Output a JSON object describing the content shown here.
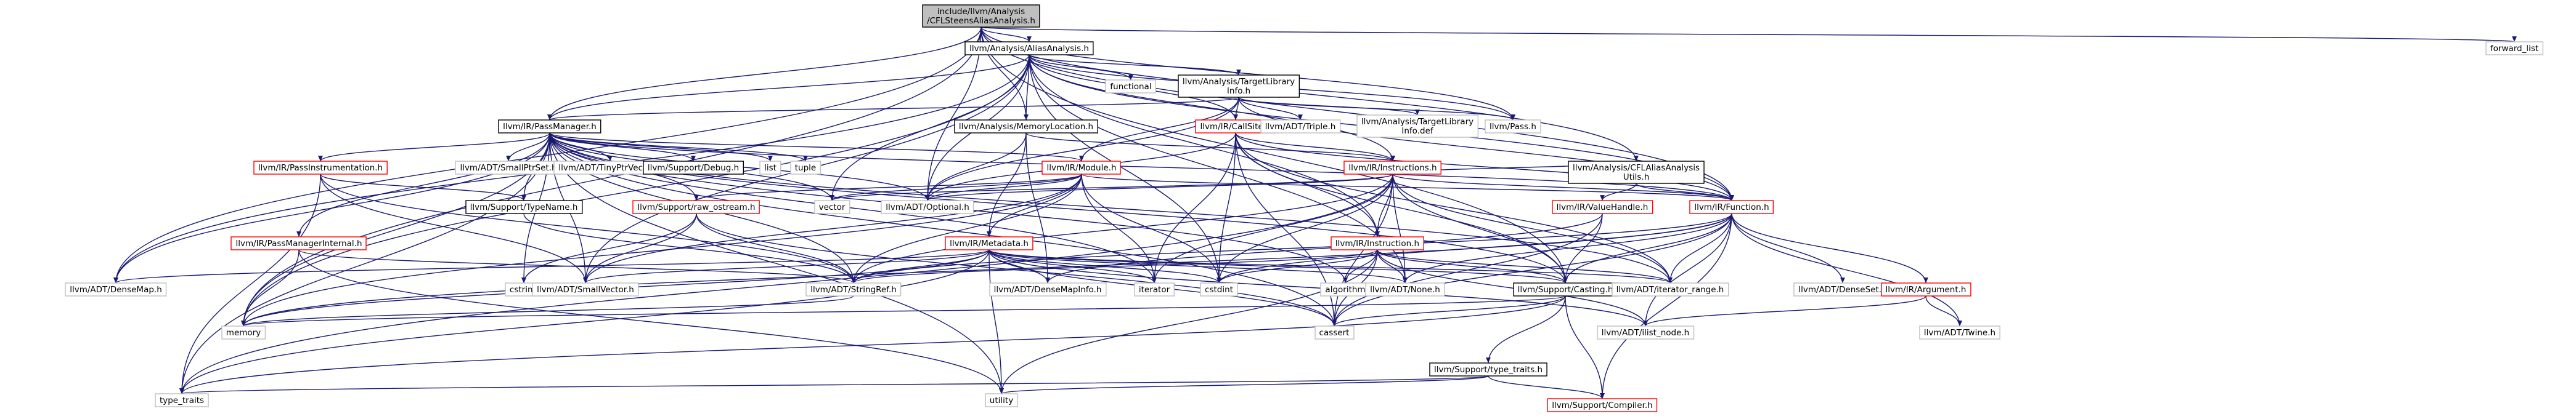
{
  "colors": {
    "root_fill": "#bfbfbf",
    "node_fill": "#ffffff",
    "node_border": "#000000",
    "truncated_border": "#ff0000",
    "edge_color": "#191970"
  },
  "nodes": [
    {
      "id": "root",
      "lines": [
        "include/llvm/Analysis",
        "/CFLSteensAliasAnalysis.h"
      ],
      "kind": "root"
    },
    {
      "id": "aa",
      "lines": [
        "llvm/Analysis/AliasAnalysis.h"
      ],
      "kind": "normal"
    },
    {
      "id": "forward_list",
      "lines": [
        "forward_list"
      ],
      "kind": "plain"
    },
    {
      "id": "tli",
      "lines": [
        "llvm/Analysis/TargetLibrary",
        "Info.h"
      ],
      "kind": "normal"
    },
    {
      "id": "functional",
      "lines": [
        "functional"
      ],
      "kind": "plain"
    },
    {
      "id": "passmgr",
      "lines": [
        "llvm/IR/PassManager.h"
      ],
      "kind": "normal"
    },
    {
      "id": "memloc",
      "lines": [
        "llvm/Analysis/MemoryLocation.h"
      ],
      "kind": "normal"
    },
    {
      "id": "callsite",
      "lines": [
        "llvm/IR/CallSite.h"
      ],
      "kind": "truncated"
    },
    {
      "id": "triple",
      "lines": [
        "llvm/ADT/Triple.h"
      ],
      "kind": "plain"
    },
    {
      "id": "tlidef",
      "lines": [
        "llvm/Analysis/TargetLibrary",
        "Info.def"
      ],
      "kind": "plain"
    },
    {
      "id": "pass",
      "lines": [
        "llvm/Pass.h"
      ],
      "kind": "plain"
    },
    {
      "id": "cflutils",
      "lines": [
        "llvm/Analysis/CFLAliasAnalysis",
        "Utils.h"
      ],
      "kind": "normal"
    },
    {
      "id": "passinstr",
      "lines": [
        "llvm/IR/PassInstrumentation.h"
      ],
      "kind": "truncated"
    },
    {
      "id": "smallptrset",
      "lines": [
        "llvm/ADT/SmallPtrSet.h"
      ],
      "kind": "plain"
    },
    {
      "id": "tinyptr",
      "lines": [
        "llvm/ADT/TinyPtrVector.h"
      ],
      "kind": "plain"
    },
    {
      "id": "debug",
      "lines": [
        "llvm/Support/Debug.h"
      ],
      "kind": "normal"
    },
    {
      "id": "list",
      "lines": [
        "list"
      ],
      "kind": "plain"
    },
    {
      "id": "tuple",
      "lines": [
        "tuple"
      ],
      "kind": "plain"
    },
    {
      "id": "module",
      "lines": [
        "llvm/IR/Module.h"
      ],
      "kind": "truncated"
    },
    {
      "id": "instructions",
      "lines": [
        "llvm/IR/Instructions.h"
      ],
      "kind": "truncated"
    },
    {
      "id": "typename",
      "lines": [
        "llvm/Support/TypeName.h"
      ],
      "kind": "normal"
    },
    {
      "id": "rawostream",
      "lines": [
        "llvm/Support/raw_ostream.h"
      ],
      "kind": "truncated"
    },
    {
      "id": "vector",
      "lines": [
        "vector"
      ],
      "kind": "plain"
    },
    {
      "id": "optional",
      "lines": [
        "llvm/ADT/Optional.h"
      ],
      "kind": "plain"
    },
    {
      "id": "valuehandle",
      "lines": [
        "llvm/IR/ValueHandle.h"
      ],
      "kind": "truncated"
    },
    {
      "id": "function",
      "lines": [
        "llvm/IR/Function.h"
      ],
      "kind": "truncated"
    },
    {
      "id": "pmi",
      "lines": [
        "llvm/IR/PassManagerInternal.h"
      ],
      "kind": "truncated"
    },
    {
      "id": "metadata",
      "lines": [
        "llvm/IR/Metadata.h"
      ],
      "kind": "truncated"
    },
    {
      "id": "instruction",
      "lines": [
        "llvm/IR/Instruction.h"
      ],
      "kind": "truncated"
    },
    {
      "id": "densemap",
      "lines": [
        "llvm/ADT/DenseMap.h"
      ],
      "kind": "plain"
    },
    {
      "id": "cstring",
      "lines": [
        "cstring"
      ],
      "kind": "plain"
    },
    {
      "id": "smallvector",
      "lines": [
        "llvm/ADT/SmallVector.h"
      ],
      "kind": "plain"
    },
    {
      "id": "stringref",
      "lines": [
        "llvm/ADT/StringRef.h"
      ],
      "kind": "plain"
    },
    {
      "id": "densemapinfo",
      "lines": [
        "llvm/ADT/DenseMapInfo.h"
      ],
      "kind": "plain"
    },
    {
      "id": "iterator",
      "lines": [
        "iterator"
      ],
      "kind": "plain"
    },
    {
      "id": "cstdint",
      "lines": [
        "cstdint"
      ],
      "kind": "plain"
    },
    {
      "id": "algorithm",
      "lines": [
        "algorithm"
      ],
      "kind": "plain"
    },
    {
      "id": "none",
      "lines": [
        "llvm/ADT/None.h"
      ],
      "kind": "plain"
    },
    {
      "id": "casting",
      "lines": [
        "llvm/Support/Casting.h"
      ],
      "kind": "normal"
    },
    {
      "id": "iterrange",
      "lines": [
        "llvm/ADT/iterator_range.h"
      ],
      "kind": "plain"
    },
    {
      "id": "denseset",
      "lines": [
        "llvm/ADT/DenseSet.h"
      ],
      "kind": "plain"
    },
    {
      "id": "argument",
      "lines": [
        "llvm/IR/Argument.h"
      ],
      "kind": "truncated"
    },
    {
      "id": "memory",
      "lines": [
        "memory"
      ],
      "kind": "plain"
    },
    {
      "id": "cassert",
      "lines": [
        "cassert"
      ],
      "kind": "plain"
    },
    {
      "id": "ilistnode",
      "lines": [
        "llvm/ADT/ilist_node.h"
      ],
      "kind": "plain"
    },
    {
      "id": "twine",
      "lines": [
        "llvm/ADT/Twine.h"
      ],
      "kind": "plain"
    },
    {
      "id": "typetraits",
      "lines": [
        "llvm/Support/type_traits.h"
      ],
      "kind": "normal"
    },
    {
      "id": "type_traits",
      "lines": [
        "type_traits"
      ],
      "kind": "plain"
    },
    {
      "id": "utility",
      "lines": [
        "utility"
      ],
      "kind": "plain"
    },
    {
      "id": "compiler",
      "lines": [
        "llvm/Support/Compiler.h"
      ],
      "kind": "truncated"
    }
  ],
  "edges": [
    [
      "root",
      "aa"
    ],
    [
      "root",
      "forward_list"
    ],
    [
      "root",
      "passmgr"
    ],
    [
      "root",
      "memloc"
    ],
    [
      "root",
      "cflutils"
    ],
    [
      "root",
      "pass"
    ],
    [
      "root",
      "function"
    ],
    [
      "root",
      "optional"
    ],
    [
      "root",
      "densemap"
    ],
    [
      "root",
      "memory"
    ],
    [
      "root",
      "casting"
    ],
    [
      "aa",
      "tli"
    ],
    [
      "aa",
      "functional"
    ],
    [
      "aa",
      "passmgr"
    ],
    [
      "aa",
      "memloc"
    ],
    [
      "aa",
      "instructions"
    ],
    [
      "aa",
      "pass"
    ],
    [
      "aa",
      "function"
    ],
    [
      "aa",
      "optional"
    ],
    [
      "aa",
      "densemap"
    ],
    [
      "aa",
      "smallvector"
    ],
    [
      "aa",
      "none"
    ],
    [
      "aa",
      "cstdint"
    ],
    [
      "aa",
      "vector"
    ],
    [
      "aa",
      "memory"
    ],
    [
      "aa",
      "instruction"
    ],
    [
      "aa",
      "callsite"
    ],
    [
      "tli",
      "callsite"
    ],
    [
      "tli",
      "triple"
    ],
    [
      "tli",
      "tlidef"
    ],
    [
      "tli",
      "pass"
    ],
    [
      "tli",
      "passmgr"
    ],
    [
      "tli",
      "module"
    ],
    [
      "tli",
      "function"
    ],
    [
      "tli",
      "optional"
    ],
    [
      "passmgr",
      "passinstr"
    ],
    [
      "passmgr",
      "smallptrset"
    ],
    [
      "passmgr",
      "tinyptr"
    ],
    [
      "passmgr",
      "debug"
    ],
    [
      "passmgr",
      "list"
    ],
    [
      "passmgr",
      "tuple"
    ],
    [
      "passmgr",
      "module"
    ],
    [
      "passmgr",
      "typename"
    ],
    [
      "passmgr",
      "rawostream"
    ],
    [
      "passmgr",
      "vector"
    ],
    [
      "passmgr",
      "optional"
    ],
    [
      "passmgr",
      "function"
    ],
    [
      "passmgr",
      "pmi"
    ],
    [
      "passmgr",
      "densemap"
    ],
    [
      "passmgr",
      "cstring"
    ],
    [
      "passmgr",
      "smallvector"
    ],
    [
      "passmgr",
      "stringref"
    ],
    [
      "passmgr",
      "iterator"
    ],
    [
      "passmgr",
      "algorithm"
    ],
    [
      "passmgr",
      "memory"
    ],
    [
      "passmgr",
      "type_traits"
    ],
    [
      "passmgr",
      "utility"
    ],
    [
      "passmgr",
      "cassert"
    ],
    [
      "passmgr",
      "casting"
    ],
    [
      "passmgr",
      "iterrange"
    ],
    [
      "memloc",
      "metadata"
    ],
    [
      "memloc",
      "instructions"
    ],
    [
      "memloc",
      "optional"
    ],
    [
      "memloc",
      "densemapinfo"
    ],
    [
      "callsite",
      "instructions"
    ],
    [
      "callsite",
      "instruction"
    ],
    [
      "callsite",
      "function"
    ],
    [
      "callsite",
      "casting"
    ],
    [
      "callsite",
      "optional"
    ],
    [
      "callsite",
      "iterator"
    ],
    [
      "callsite",
      "cstdint"
    ],
    [
      "callsite",
      "cassert"
    ],
    [
      "callsite",
      "iterrange"
    ],
    [
      "cflutils",
      "valuehandle"
    ],
    [
      "cflutils",
      "instructions"
    ],
    [
      "cflutils",
      "function"
    ],
    [
      "passinstr",
      "typename"
    ],
    [
      "passinstr",
      "smallvector"
    ],
    [
      "passinstr",
      "type_traits"
    ],
    [
      "passinstr",
      "stringref"
    ],
    [
      "module",
      "metadata"
    ],
    [
      "module",
      "function"
    ],
    [
      "module",
      "stringref"
    ],
    [
      "module",
      "optional"
    ],
    [
      "module",
      "smallvector"
    ],
    [
      "module",
      "iterator"
    ],
    [
      "module",
      "cstdint"
    ],
    [
      "module",
      "memory"
    ],
    [
      "module",
      "vector"
    ],
    [
      "module",
      "rawostream"
    ],
    [
      "instructions",
      "instruction"
    ],
    [
      "instructions",
      "function"
    ],
    [
      "instructions",
      "optional"
    ],
    [
      "instructions",
      "stringref"
    ],
    [
      "instructions",
      "iterator"
    ],
    [
      "instructions",
      "cstdint"
    ],
    [
      "instructions",
      "cassert"
    ],
    [
      "instructions",
      "casting"
    ],
    [
      "instructions",
      "iterrange"
    ],
    [
      "instructions",
      "none"
    ],
    [
      "instructions",
      "vector"
    ],
    [
      "instructions",
      "type_traits"
    ],
    [
      "typename",
      "stringref"
    ],
    [
      "rawostream",
      "stringref"
    ],
    [
      "rawostream",
      "cstring"
    ],
    [
      "rawostream",
      "cassert"
    ],
    [
      "rawostream",
      "smallvector"
    ],
    [
      "valuehandle",
      "densemapinfo"
    ],
    [
      "valuehandle",
      "casting"
    ],
    [
      "valuehandle",
      "cassert"
    ],
    [
      "function",
      "denseset"
    ],
    [
      "function",
      "argument"
    ],
    [
      "function",
      "casting"
    ],
    [
      "function",
      "iterrange"
    ],
    [
      "function",
      "stringref"
    ],
    [
      "function",
      "twine"
    ],
    [
      "function",
      "compiler"
    ],
    [
      "function",
      "ilistnode"
    ],
    [
      "function",
      "cassert"
    ],
    [
      "function",
      "memory"
    ],
    [
      "function",
      "cstdint"
    ],
    [
      "function",
      "none"
    ],
    [
      "pmi",
      "stringref"
    ],
    [
      "pmi",
      "memory"
    ],
    [
      "pmi",
      "utility"
    ],
    [
      "metadata",
      "densemap"
    ],
    [
      "metadata",
      "densemapinfo"
    ],
    [
      "metadata",
      "none"
    ],
    [
      "metadata",
      "stringref"
    ],
    [
      "metadata",
      "iterrange"
    ],
    [
      "metadata",
      "casting"
    ],
    [
      "metadata",
      "ilistnode"
    ],
    [
      "metadata",
      "iterator"
    ],
    [
      "metadata",
      "cstdint"
    ],
    [
      "metadata",
      "cassert"
    ],
    [
      "metadata",
      "memory"
    ],
    [
      "metadata",
      "type_traits"
    ],
    [
      "metadata",
      "utility"
    ],
    [
      "metadata",
      "smallvector"
    ],
    [
      "instruction",
      "none"
    ],
    [
      "instruction",
      "stringref"
    ],
    [
      "instruction",
      "casting"
    ],
    [
      "instruction",
      "iterrange"
    ],
    [
      "instruction",
      "algorithm"
    ],
    [
      "instruction",
      "cassert"
    ],
    [
      "instruction",
      "cstdint"
    ],
    [
      "instruction",
      "utility"
    ],
    [
      "instruction",
      "ilistnode"
    ],
    [
      "stringref",
      "memory"
    ],
    [
      "casting",
      "typetraits"
    ],
    [
      "casting",
      "compiler"
    ],
    [
      "casting",
      "cassert"
    ],
    [
      "casting",
      "memory"
    ],
    [
      "casting",
      "type_traits"
    ],
    [
      "typetraits",
      "compiler"
    ],
    [
      "typetraits",
      "type_traits"
    ],
    [
      "typetraits",
      "utility"
    ],
    [
      "argument",
      "twine"
    ],
    [
      "argument",
      "ilistnode"
    ]
  ]
}
